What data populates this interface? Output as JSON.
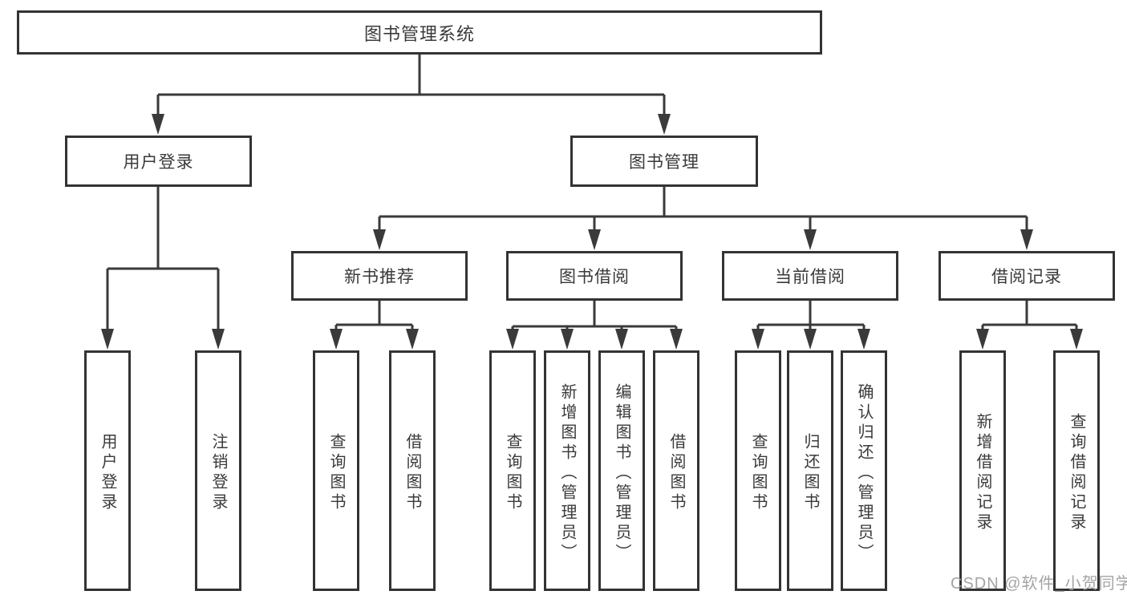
{
  "nodes": {
    "root": "图书管理系统",
    "level2": [
      "用户登录",
      "图书管理"
    ],
    "level3": [
      "新书推荐",
      "图书借阅",
      "当前借阅",
      "借阅记录"
    ],
    "login_children": [
      "用户登录",
      "注销登录"
    ],
    "recommend_children": [
      "查询图书",
      "借阅图书"
    ],
    "borrow_children": [
      "查询图书",
      "新增图书（管理员）",
      "编辑图书（管理员）",
      "借阅图书"
    ],
    "current_children": [
      "查询图书",
      "归还图书",
      "确认归还（管理员）"
    ],
    "record_children": [
      "新增借阅记录",
      "查询借阅记录"
    ]
  },
  "watermark": "CSDN @软件_小贺同学",
  "colors": {
    "line": "#3a3a3a",
    "border": "#333333",
    "text": "#3a3a3a",
    "watermark": "#9b9b9b",
    "background": "#ffffff"
  }
}
